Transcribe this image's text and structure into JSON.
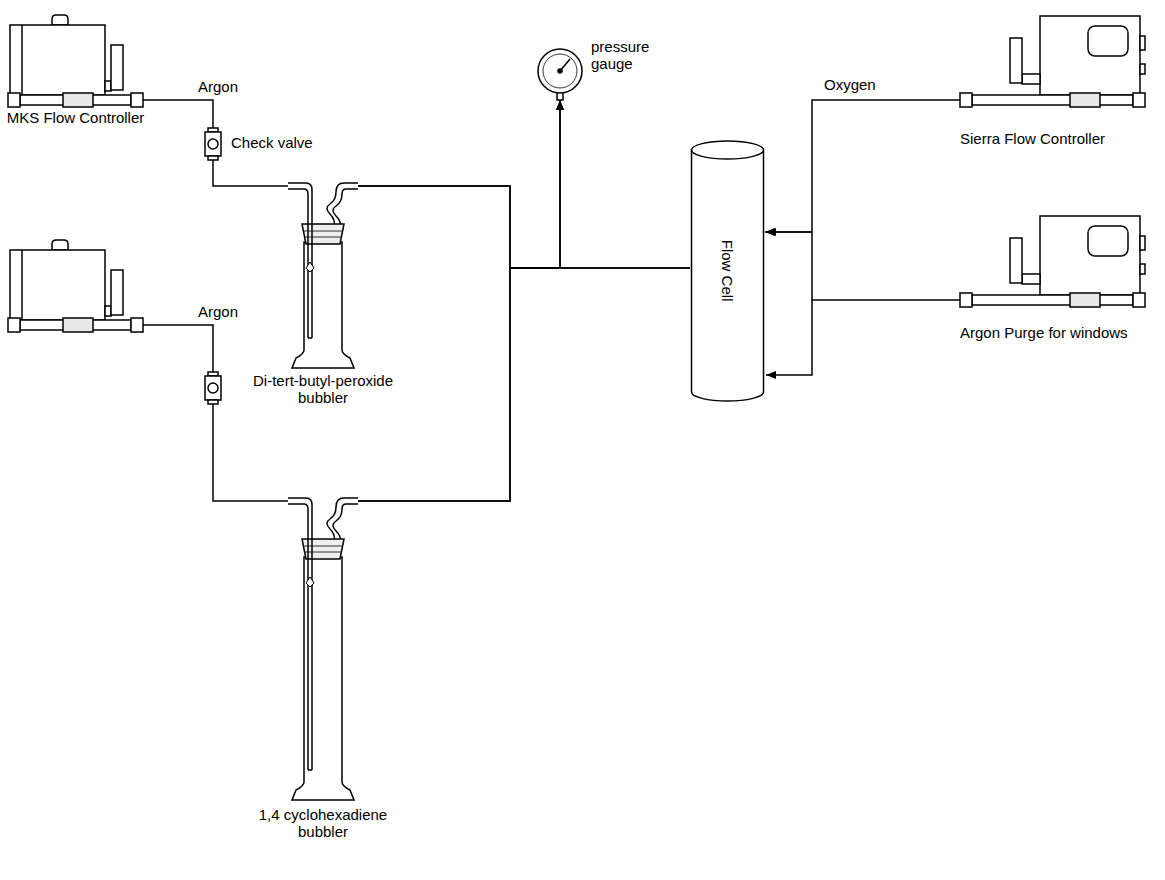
{
  "diagram": {
    "nodes": [
      {
        "text": [
          "MKS Flow Controller"
        ]
      },
      {
        "text": [
          "Check valve"
        ]
      },
      {
        "text": [
          "Di-tert-butyl-peroxide bubbler"
        ]
      },
      {
        "text": [
          "pressure gauge"
        ]
      },
      {
        "text": [
          "Flow Cell"
        ]
      },
      {
        "text": [
          "Sierra Flow Controller"
        ]
      },
      {
        "text": [
          "1,4 cyclohexadiene bubbler"
        ]
      }
    ],
    "edges": [
      {
        "from": 0,
        "to": 1,
        "label": "Argon",
        "arrow": "none"
      },
      {
        "from": 1,
        "to": 2,
        "arrow": "none"
      },
      {
        "from": 2,
        "to": 4,
        "arrow": "none"
      },
      {
        "from": 6,
        "to": 4,
        "arrow": "none"
      },
      {
        "from": 2,
        "to": 3,
        "arrow": "to"
      },
      {
        "from": 6,
        "to": 3,
        "arrow": "to"
      },
      {
        "from": 5,
        "to": 4,
        "label": "Oxygen",
        "arrow": "to"
      }
    ],
    "labels": [
      "Argon",
      "Argon Purge for windows"
    ]
  }
}
